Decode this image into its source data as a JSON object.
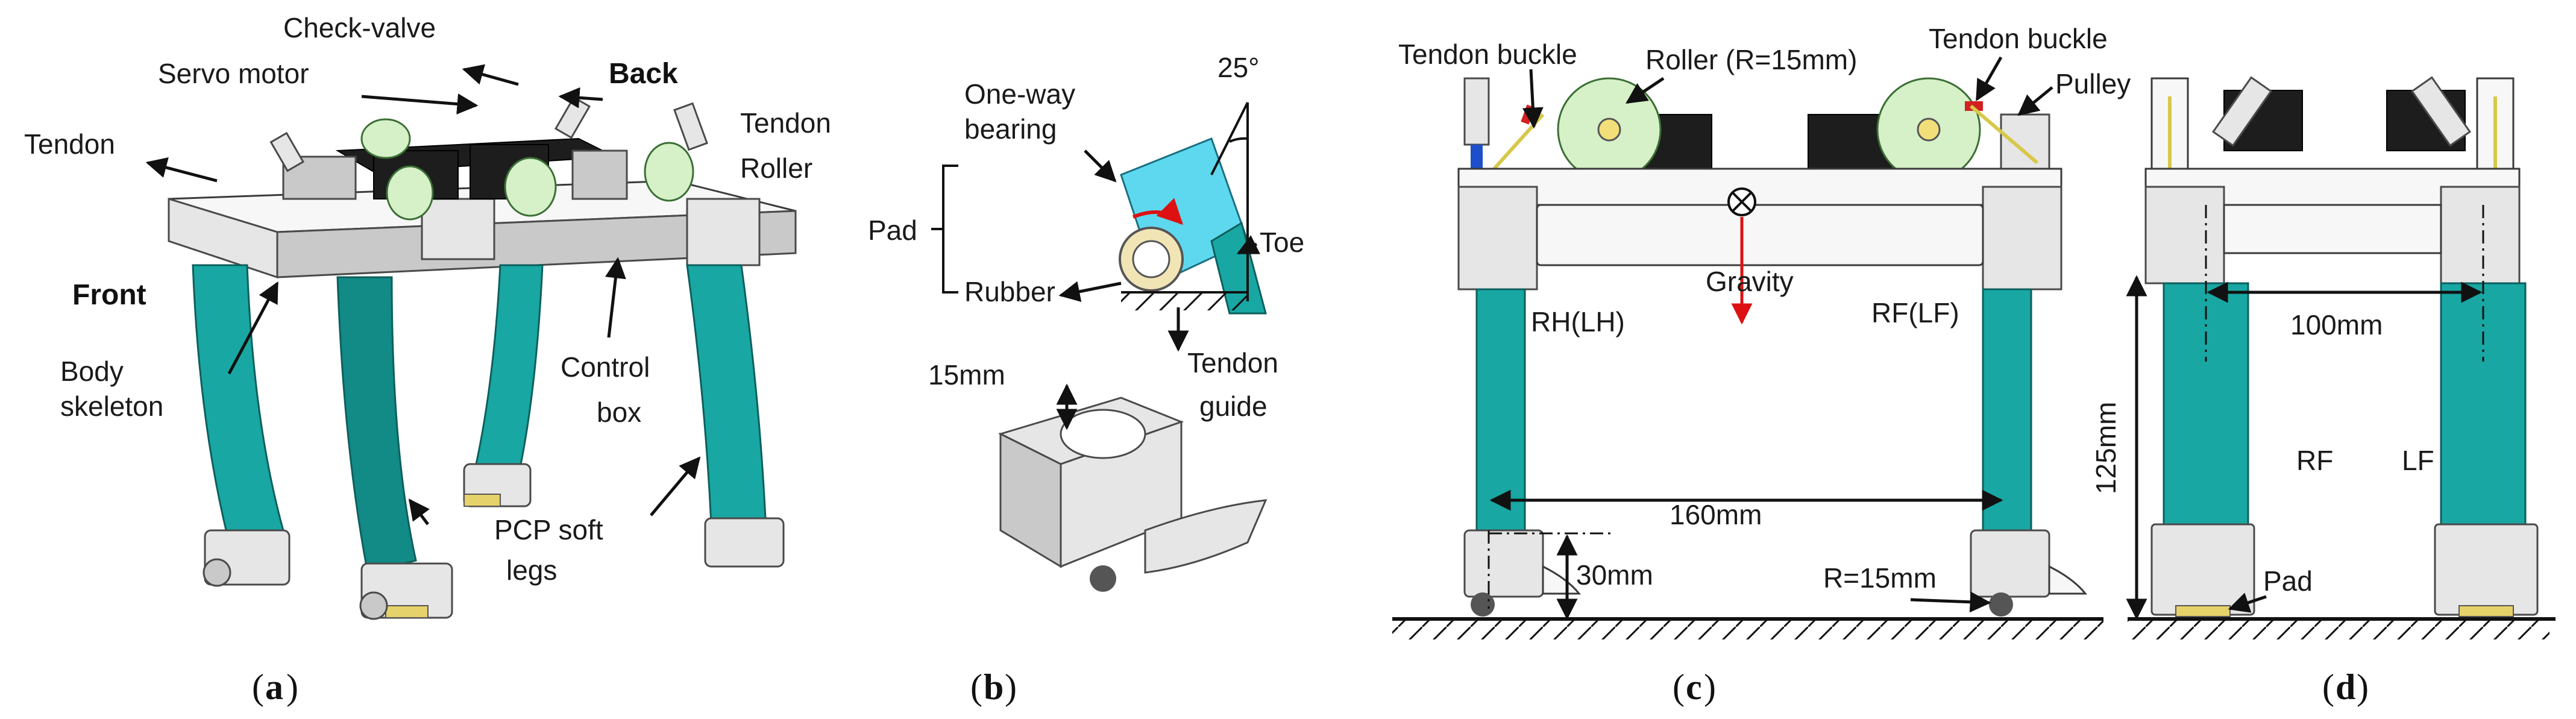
{
  "panel_a": {
    "caption": "a",
    "labels": {
      "check_valve": "Check-valve",
      "servo_motor": "Servo motor",
      "back": "Back",
      "tendon_left": "Tendon",
      "tendon_right": "Tendon",
      "roller": "Roller",
      "front": "Front",
      "body_skeleton_1": "Body",
      "body_skeleton_2": "skeleton",
      "control_box_1": "Control",
      "control_box_2": "box",
      "pcp_soft_legs_1": "PCP soft",
      "pcp_soft_legs_2": "legs"
    }
  },
  "panel_b": {
    "caption": "b",
    "labels": {
      "angle": "25°",
      "one_way_1": "One-way",
      "one_way_2": "bearing",
      "pad": "Pad",
      "rubber": "Rubber",
      "toe": "Toe",
      "tendon_guide_1": "Tendon",
      "tendon_guide_2": "guide",
      "dim_15mm": "15mm"
    }
  },
  "panel_c": {
    "caption": "c",
    "labels": {
      "tendon_buckle_left": "Tendon buckle",
      "roller": "Roller (R=15mm)",
      "tendon_buckle_right": "Tendon buckle",
      "pulley": "Pulley",
      "gravity": "Gravity",
      "rh_lh": "RH(LH)",
      "rf_lf": "RF(LF)",
      "dim_160mm": "160mm",
      "dim_30mm": "30mm",
      "r_15mm": "R=15mm"
    }
  },
  "panel_d": {
    "caption": "d",
    "labels": {
      "dim_100mm": "100mm",
      "dim_125mm": "125mm",
      "rf": "RF",
      "lf": "LF",
      "pad": "Pad"
    }
  }
}
